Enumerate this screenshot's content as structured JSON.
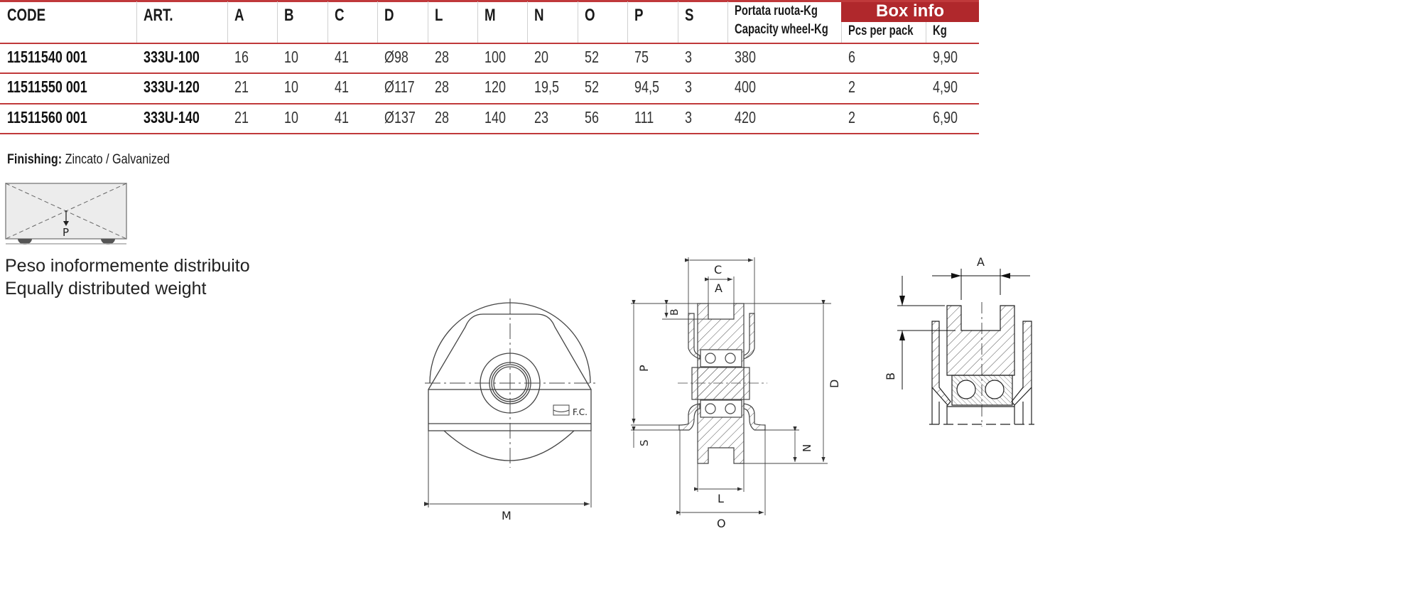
{
  "table": {
    "headers": [
      "CODE",
      "ART.",
      "A",
      "B",
      "C",
      "D",
      "L",
      "M",
      "N",
      "O",
      "P",
      "S"
    ],
    "capacity_header": [
      "Portata ruota-Kg",
      "Capacity wheel-Kg"
    ],
    "box_info_label": "Box info",
    "box_subheaders": [
      "Pcs per pack",
      "Kg"
    ],
    "rows": [
      [
        "11511540 001",
        "333U-100",
        "16",
        "10",
        "41",
        "Ø98",
        "28",
        "100",
        "20",
        "52",
        "75",
        "3",
        "380",
        "6",
        "9,90"
      ],
      [
        "11511550 001",
        "333U-120",
        "21",
        "10",
        "41",
        "Ø117",
        "28",
        "120",
        "19,5",
        "52",
        "94,5",
        "3",
        "400",
        "2",
        "4,90"
      ],
      [
        "11511560 001",
        "333U-140",
        "21",
        "10",
        "41",
        "Ø137",
        "28",
        "140",
        "23",
        "56",
        "111",
        "3",
        "420",
        "2",
        "6,90"
      ]
    ]
  },
  "finishing": {
    "label": "Finishing:",
    "value": "Zincato / Galvanized"
  },
  "load": {
    "p_label": "P",
    "line1": "Peso inoformemente distribuito",
    "line2": "Equally distributed weight"
  },
  "drawings": {
    "front": {
      "m": "M",
      "fc": "F.C."
    },
    "side": {
      "c": "C",
      "a": "A",
      "b": "B",
      "p": "P",
      "s": "S",
      "d": "D",
      "n": "N",
      "l": "L",
      "o": "O"
    },
    "section": {
      "a": "A",
      "b": "B"
    }
  },
  "colors": {
    "accent": "#b0282c",
    "rule": "#c0393b"
  }
}
